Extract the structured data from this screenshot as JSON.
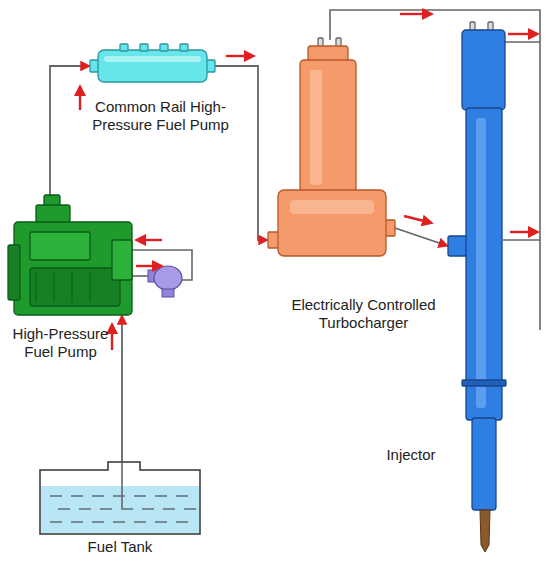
{
  "diagram": {
    "nodes": [
      {
        "text": [
          "Common Rail High-Pressure Fuel Pump"
        ]
      },
      {
        "text": [
          "High-Pressure Fuel Pump"
        ]
      },
      {
        "text": [
          "Electrically Controlled Turbocharger"
        ]
      },
      {
        "text": [
          "Injector"
        ]
      },
      {
        "text": [
          "Fuel Tank"
        ]
      }
    ],
    "edges": [
      {
        "from": 4,
        "to": 1,
        "arrow": "to"
      },
      {
        "from": 1,
        "to": 0,
        "arrow": "to"
      },
      {
        "from": 0,
        "to": 2,
        "arrow": "to"
      },
      {
        "from": 2,
        "to": 3,
        "arrow": "to"
      }
    ]
  }
}
